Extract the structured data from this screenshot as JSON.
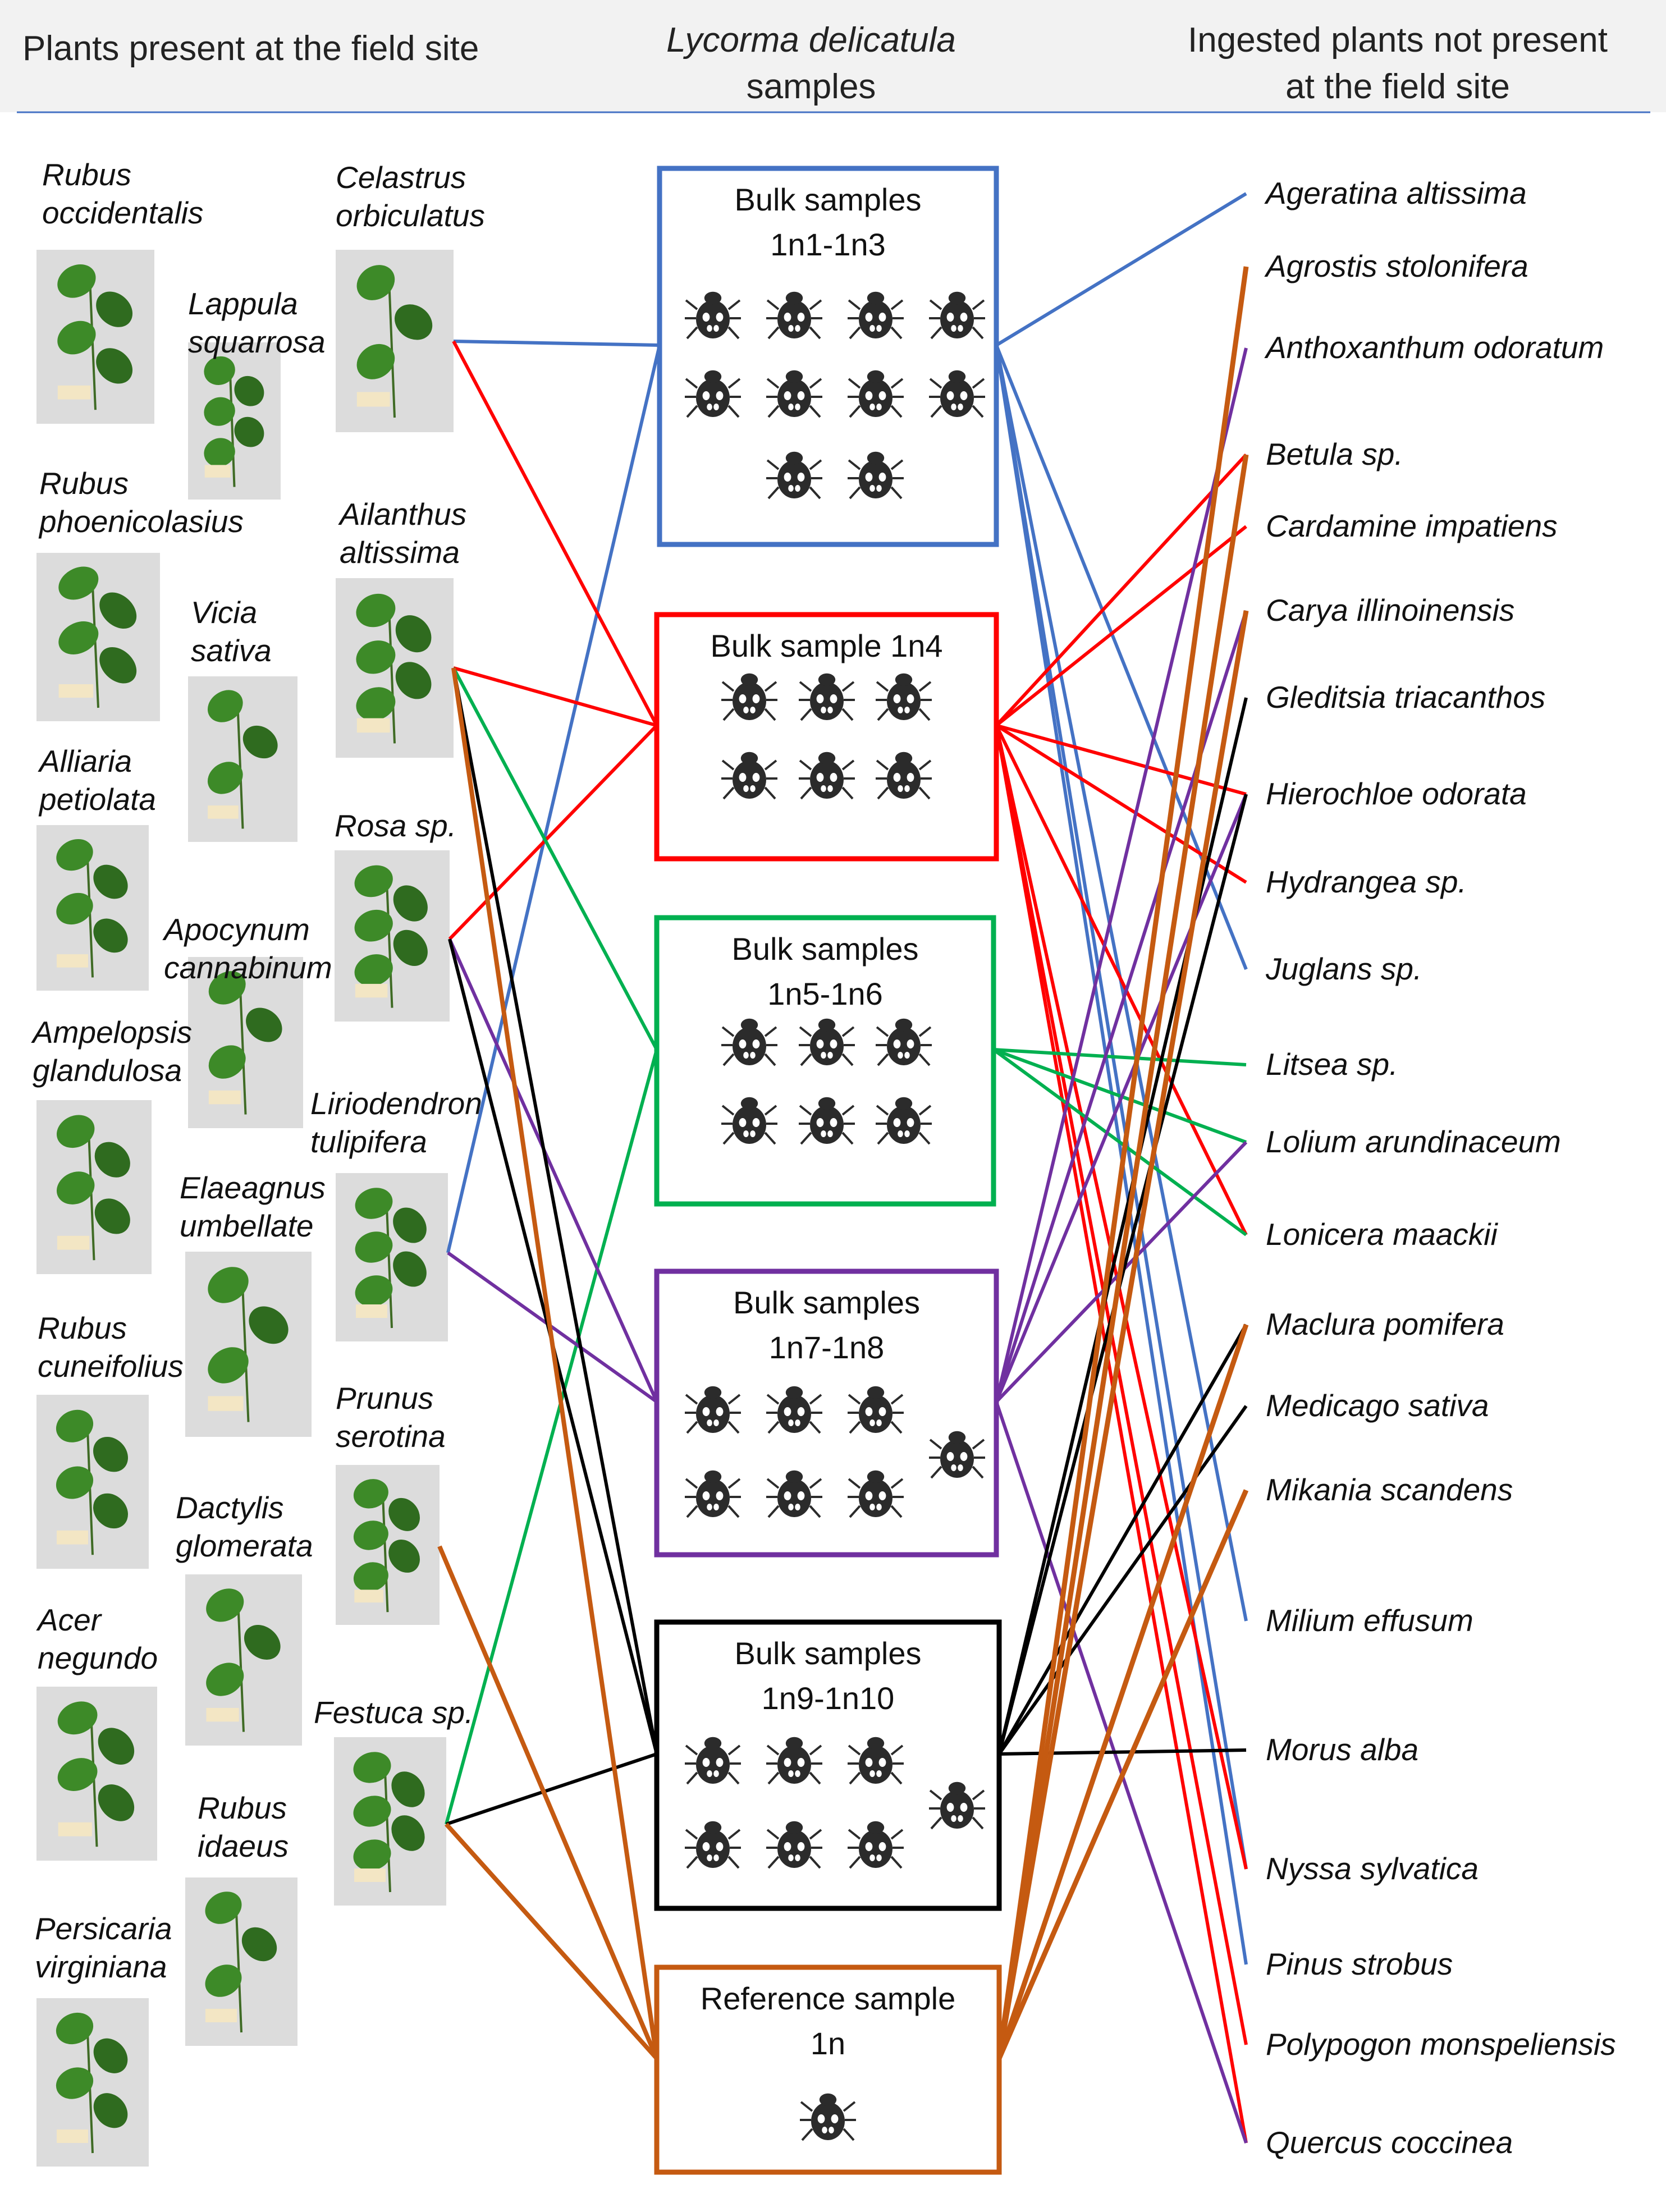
{
  "header": {
    "left": "Plants present at the field site",
    "center_line1": "Lycorma delicatula",
    "center_line2": "samples",
    "right_line1": "Ingested plants not present",
    "right_line2": "at the field site"
  },
  "colors": {
    "blue": "#4472c4",
    "red": "#ff0000",
    "green": "#00b050",
    "purple": "#7030a0",
    "black": "#000000",
    "orange": "#c55a11",
    "header_rule": "#4472c4"
  },
  "field_plants": [
    {
      "key": "rubus_occ",
      "lines": [
        "Rubus",
        "occidentalis"
      ]
    },
    {
      "key": "lappula",
      "lines": [
        "Lappula",
        "squarrosa"
      ]
    },
    {
      "key": "celastrus",
      "lines": [
        "Celastrus",
        "orbiculatus"
      ]
    },
    {
      "key": "rubus_phoen",
      "lines": [
        "Rubus",
        "phoenicolasius"
      ]
    },
    {
      "key": "ailanthus",
      "lines": [
        "Ailanthus",
        "altissima"
      ]
    },
    {
      "key": "vicia",
      "lines": [
        "Vicia",
        "sativa"
      ]
    },
    {
      "key": "alliaria",
      "lines": [
        "Alliaria",
        "petiolata"
      ]
    },
    {
      "key": "rosa",
      "lines": [
        "Rosa sp."
      ]
    },
    {
      "key": "apocynum",
      "lines": [
        "Apocynum",
        "cannabinum"
      ]
    },
    {
      "key": "ampelopsis",
      "lines": [
        "Ampelopsis",
        "glandulosa"
      ]
    },
    {
      "key": "liriodendron",
      "lines": [
        "Liriodendron",
        "tulipifera"
      ]
    },
    {
      "key": "elaeagnus",
      "lines": [
        "Elaeagnus",
        "umbellate"
      ]
    },
    {
      "key": "rubus_cun",
      "lines": [
        "Rubus",
        "cuneifolius"
      ]
    },
    {
      "key": "prunus",
      "lines": [
        "Prunus",
        "serotina"
      ]
    },
    {
      "key": "dactylis",
      "lines": [
        "Dactylis",
        "glomerata"
      ]
    },
    {
      "key": "acer",
      "lines": [
        "Acer",
        "negundo"
      ]
    },
    {
      "key": "festuca",
      "lines": [
        "Festuca sp."
      ]
    },
    {
      "key": "rubus_id",
      "lines": [
        "Rubus",
        "idaeus"
      ]
    },
    {
      "key": "persicaria",
      "lines": [
        "Persicaria",
        "virginiana"
      ]
    }
  ],
  "samples": [
    {
      "key": "s1",
      "title_lines": [
        "Bulk samples",
        "1n1-1n3"
      ],
      "color": "blue",
      "insects": 10
    },
    {
      "key": "s2",
      "title_lines": [
        "Bulk sample 1n4"
      ],
      "color": "red",
      "insects": 6
    },
    {
      "key": "s3",
      "title_lines": [
        "Bulk samples",
        "1n5-1n6"
      ],
      "color": "green",
      "insects": 6
    },
    {
      "key": "s4",
      "title_lines": [
        "Bulk samples",
        "1n7-1n8"
      ],
      "color": "purple",
      "insects": 7
    },
    {
      "key": "s5",
      "title_lines": [
        "Bulk samples",
        "1n9-1n10"
      ],
      "color": "black",
      "insects": 7
    },
    {
      "key": "s6",
      "title_lines": [
        "Reference sample",
        "1n"
      ],
      "color": "orange",
      "insects": 1
    }
  ],
  "ingested_plants": [
    "Ageratina altissima",
    "Agrostis stolonifera",
    "Anthoxanthum odoratum",
    "Betula sp.",
    "Cardamine impatiens",
    "Carya illinoinensis",
    "Gleditsia triacanthos",
    "Hierochloe odorata",
    "Hydrangea sp.",
    "Juglans sp.",
    "Litsea sp.",
    "Lolium arundinaceum",
    "Lonicera maackii",
    "Maclura pomifera",
    "Medicago sativa",
    "Mikania scandens",
    "Milium effusum",
    "Morus alba",
    "Nyssa sylvatica",
    "Pinus strobus",
    "Polypogon monspeliensis",
    "Quercus coccinea"
  ],
  "links_field_to_sample": [
    {
      "from": "celastrus",
      "to": "s1",
      "color": "blue"
    },
    {
      "from": "liriodendron",
      "to": "s1",
      "color": "blue"
    },
    {
      "from": "celastrus",
      "to": "s2",
      "color": "red"
    },
    {
      "from": "ailanthus",
      "to": "s2",
      "color": "red"
    },
    {
      "from": "rosa",
      "to": "s2",
      "color": "red"
    },
    {
      "from": "ailanthus",
      "to": "s3",
      "color": "green"
    },
    {
      "from": "festuca",
      "to": "s3",
      "color": "green"
    },
    {
      "from": "rosa",
      "to": "s4",
      "color": "purple"
    },
    {
      "from": "liriodendron",
      "to": "s4",
      "color": "purple"
    },
    {
      "from": "ailanthus",
      "to": "s5",
      "color": "black"
    },
    {
      "from": "rosa",
      "to": "s5",
      "color": "black"
    },
    {
      "from": "festuca",
      "to": "s5",
      "color": "black"
    },
    {
      "from": "ailanthus",
      "to": "s6",
      "color": "orange"
    },
    {
      "from": "prunus",
      "to": "s6",
      "color": "orange"
    },
    {
      "from": "festuca",
      "to": "s6",
      "color": "orange"
    }
  ],
  "links_sample_to_ingested": [
    {
      "from": "s1",
      "to": "Ageratina altissima",
      "color": "blue"
    },
    {
      "from": "s1",
      "to": "Juglans sp.",
      "color": "blue"
    },
    {
      "from": "s1",
      "to": "Milium effusum",
      "color": "blue"
    },
    {
      "from": "s1",
      "to": "Nyssa sylvatica",
      "color": "blue"
    },
    {
      "from": "s1",
      "to": "Pinus strobus",
      "color": "blue"
    },
    {
      "from": "s2",
      "to": "Betula sp.",
      "color": "red"
    },
    {
      "from": "s2",
      "to": "Cardamine impatiens",
      "color": "red"
    },
    {
      "from": "s2",
      "to": "Hierochloe odorata",
      "color": "red"
    },
    {
      "from": "s2",
      "to": "Hydrangea sp.",
      "color": "red"
    },
    {
      "from": "s2",
      "to": "Lonicera maackii",
      "color": "red"
    },
    {
      "from": "s2",
      "to": "Nyssa sylvatica",
      "color": "red"
    },
    {
      "from": "s2",
      "to": "Polypogon monspeliensis",
      "color": "red"
    },
    {
      "from": "s2",
      "to": "Quercus coccinea",
      "color": "red"
    },
    {
      "from": "s3",
      "to": "Litsea sp.",
      "color": "green"
    },
    {
      "from": "s3",
      "to": "Lolium arundinaceum",
      "color": "green"
    },
    {
      "from": "s3",
      "to": "Lonicera maackii",
      "color": "green"
    },
    {
      "from": "s4",
      "to": "Anthoxanthum odoratum",
      "color": "purple"
    },
    {
      "from": "s4",
      "to": "Carya illinoinensis",
      "color": "purple"
    },
    {
      "from": "s4",
      "to": "Hierochloe odorata",
      "color": "purple"
    },
    {
      "from": "s4",
      "to": "Lolium arundinaceum",
      "color": "purple"
    },
    {
      "from": "s4",
      "to": "Quercus coccinea",
      "color": "purple"
    },
    {
      "from": "s5",
      "to": "Gleditsia triacanthos",
      "color": "black"
    },
    {
      "from": "s5",
      "to": "Hierochloe odorata",
      "color": "black"
    },
    {
      "from": "s5",
      "to": "Maclura pomifera",
      "color": "black"
    },
    {
      "from": "s5",
      "to": "Medicago sativa",
      "color": "black"
    },
    {
      "from": "s5",
      "to": "Morus alba",
      "color": "black"
    },
    {
      "from": "s6",
      "to": "Agrostis stolonifera",
      "color": "orange"
    },
    {
      "from": "s6",
      "to": "Betula sp.",
      "color": "orange"
    },
    {
      "from": "s6",
      "to": "Carya illinoinensis",
      "color": "orange"
    },
    {
      "from": "s6",
      "to": "Maclura pomifera",
      "color": "orange"
    },
    {
      "from": "s6",
      "to": "Mikania scandens",
      "color": "orange"
    }
  ]
}
